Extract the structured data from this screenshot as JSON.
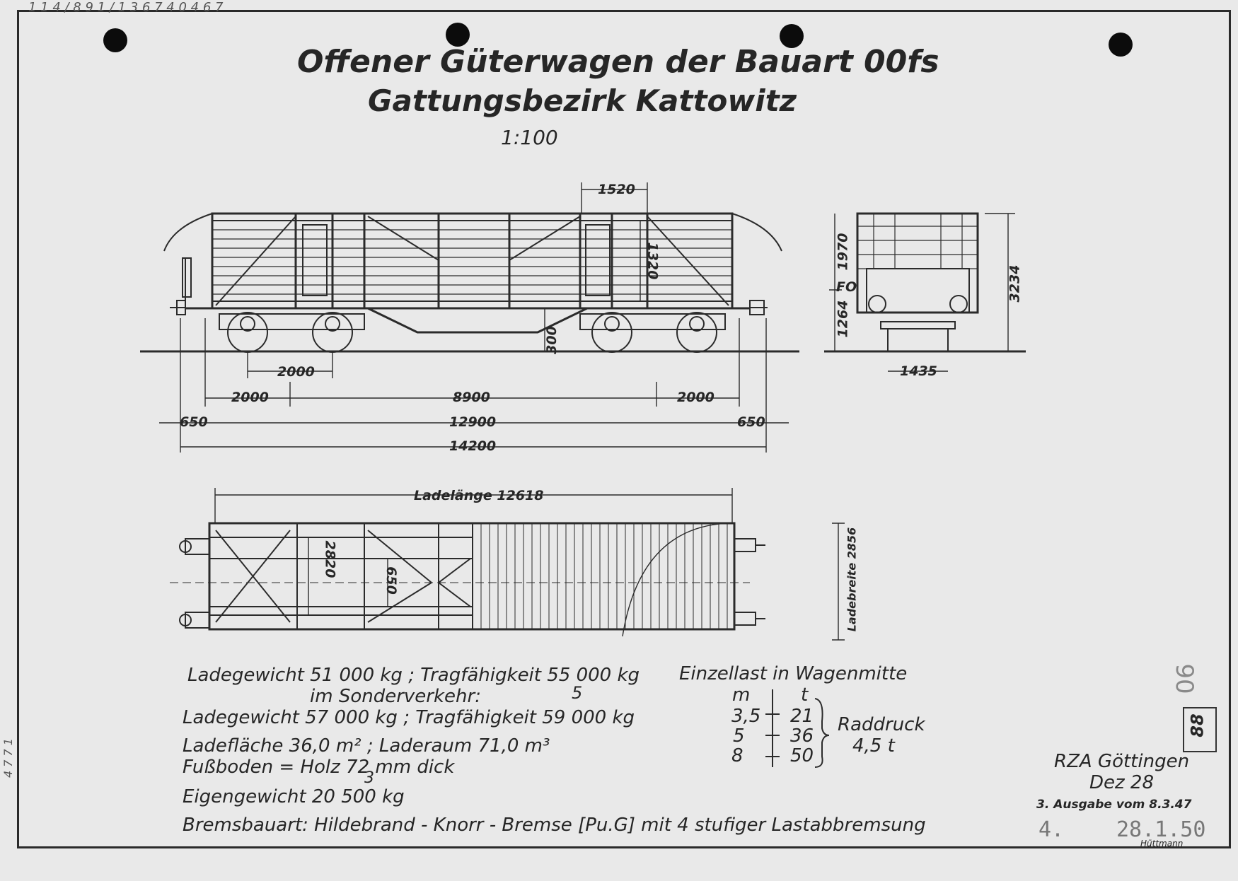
{
  "header_scribble": "1 1 4 / 8 9 1 / 1 3 6 7   4 0 4 6 7",
  "title": {
    "line1": "Offener Güterwagen der Bauart 00fs",
    "line2": "Gattungsbezirk Kattowitz",
    "scale": "1:100"
  },
  "side_view_dims": {
    "d1520": "1520",
    "d1320": "1320",
    "d300": "300",
    "d2000_bogie": "2000",
    "d2000_left": "2000",
    "d8900": "8900",
    "d2000_right": "2000",
    "d650_left": "650",
    "d12900": "12900",
    "d650_right": "650",
    "d14200": "14200"
  },
  "end_view_dims": {
    "d1970": "1970",
    "fo": "FO",
    "d1264": "1264",
    "d3234": "3234",
    "d1435": "1435"
  },
  "plan_view_dims": {
    "ladelaenge": "Ladelänge 12618",
    "d2820": "2820",
    "d650": "650",
    "ladebreite": "Ladebreite 2856"
  },
  "specs": {
    "line1": "Ladegewicht  51 000 kg ; Tragfähigkeit  55 000 kg",
    "line2": "im Sonderverkehr:",
    "line2_note": "5",
    "line3": "Ladegewicht  57 000 kg ; Tragfähigkeit  59 000 kg",
    "line4": "Ladefläche  36,0 m² ; Laderaum  71,0 m³",
    "line5": "Fußboden = Holz 72 mm dick",
    "line6_note": "3",
    "line6": "Eigengewicht   20 500 kg",
    "line7": "Bremsbauart:  Hildebrand - Knorr - Bremse  [Pu.G]  mit 4 stufiger Lastabbremsung"
  },
  "load_table": {
    "title": "Einzellast in Wagenmitte",
    "col_m": "m",
    "col_t": "t",
    "rows": [
      {
        "m": "3,5",
        "t": "21"
      },
      {
        "m": "5",
        "t": "36"
      },
      {
        "m": "8",
        "t": "50"
      }
    ],
    "raddruck": "Raddruck",
    "raddruck_value": "4,5 t"
  },
  "stamp": {
    "office": "RZA Göttingen",
    "ref": "Dez 28",
    "edition": "3. Ausgabe vom 8.3.47",
    "number": "4.",
    "date": "28.1.50",
    "signature": "Hüttmann",
    "box": "88",
    "side_number": "06"
  },
  "margin_note": "4 7 7 1"
}
